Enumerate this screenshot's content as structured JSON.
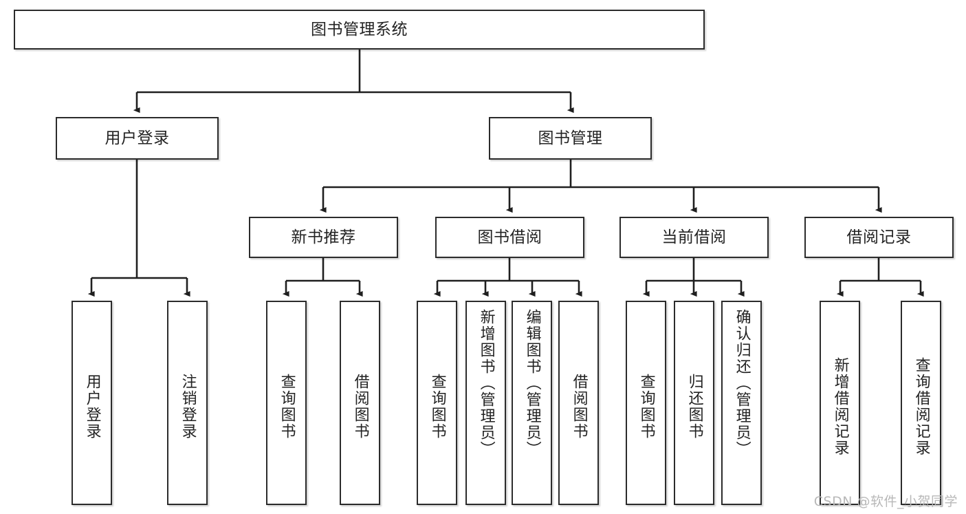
{
  "diagram": {
    "type": "tree-hierarchy-flowchart",
    "title": "图书管理系统",
    "watermark": "CSDN @软件_小贺同学",
    "colors": {
      "box_border": "#2b2b2b",
      "box_fill": "#ffffff",
      "edge": "#1f1f1f",
      "text": "#232323",
      "watermark": "#b8b8b8",
      "background": "#ffffff"
    },
    "levels": {
      "root": {
        "label": "图书管理系统"
      },
      "level2": [
        {
          "label": "用户登录"
        },
        {
          "label": "图书管理"
        }
      ],
      "level3": [
        {
          "label": "新书推荐"
        },
        {
          "label": "图书借阅"
        },
        {
          "label": "当前借阅"
        },
        {
          "label": "借阅记录"
        }
      ],
      "leaves": {
        "user_login": [
          {
            "label": "用户登录"
          },
          {
            "label": "注销登录"
          }
        ],
        "new_book_recommend": [
          {
            "label": "查询图书"
          },
          {
            "label": "借阅图书"
          }
        ],
        "book_borrow": [
          {
            "label": "查询图书"
          },
          {
            "label": "新增图书（管理员）"
          },
          {
            "label": "编辑图书（管理员）"
          },
          {
            "label": "借阅图书"
          }
        ],
        "current_borrow": [
          {
            "label": "查询图书"
          },
          {
            "label": "归还图书"
          },
          {
            "label": "确认归还（管理员）"
          }
        ],
        "borrow_records": [
          {
            "label": "新增借阅记录"
          },
          {
            "label": "查询借阅记录"
          }
        ]
      }
    }
  }
}
